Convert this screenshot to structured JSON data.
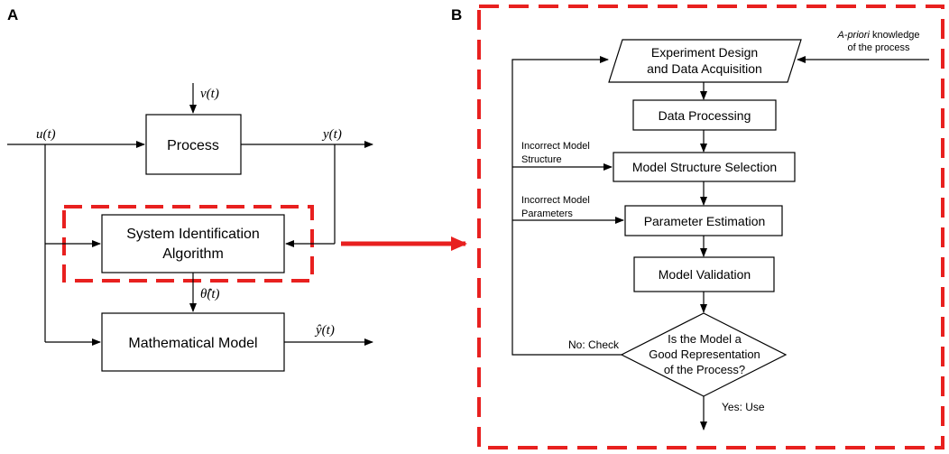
{
  "panels": {
    "a_label": "A",
    "b_label": "B"
  },
  "panel_a": {
    "process": "Process",
    "sysid_line1": "System Identification",
    "sysid_line2": "Algorithm",
    "math_model": "Mathematical Model",
    "input_u": "u(t)",
    "disturbance_v": "v(t)",
    "output_y": "y(t)",
    "theta_hat": "θ̂(t)",
    "y_hat": "ŷ(t)"
  },
  "panel_b": {
    "exp_line1": "Experiment Design",
    "exp_line2": "and Data Acquisition",
    "apriori_italic": "A-priori",
    "apriori_rest": " knowledge",
    "apriori_line2": "of the process",
    "data_processing": "Data Processing",
    "model_structure": "Model Structure Selection",
    "param_estimation": "Parameter Estimation",
    "model_validation": "Model Validation",
    "decision_line1": "Is the Model a",
    "decision_line2": "Good Representation",
    "decision_line3": "of the Process?",
    "incorrect_structure_line1": "Incorrect Model",
    "incorrect_structure_line2": "Structure",
    "incorrect_params_line1": "Incorrect Model",
    "incorrect_params_line2": "Parameters",
    "no_check": "No: Check",
    "yes_use": "Yes: Use"
  },
  "colors": {
    "highlight": "#e8201f",
    "line": "#000000"
  }
}
